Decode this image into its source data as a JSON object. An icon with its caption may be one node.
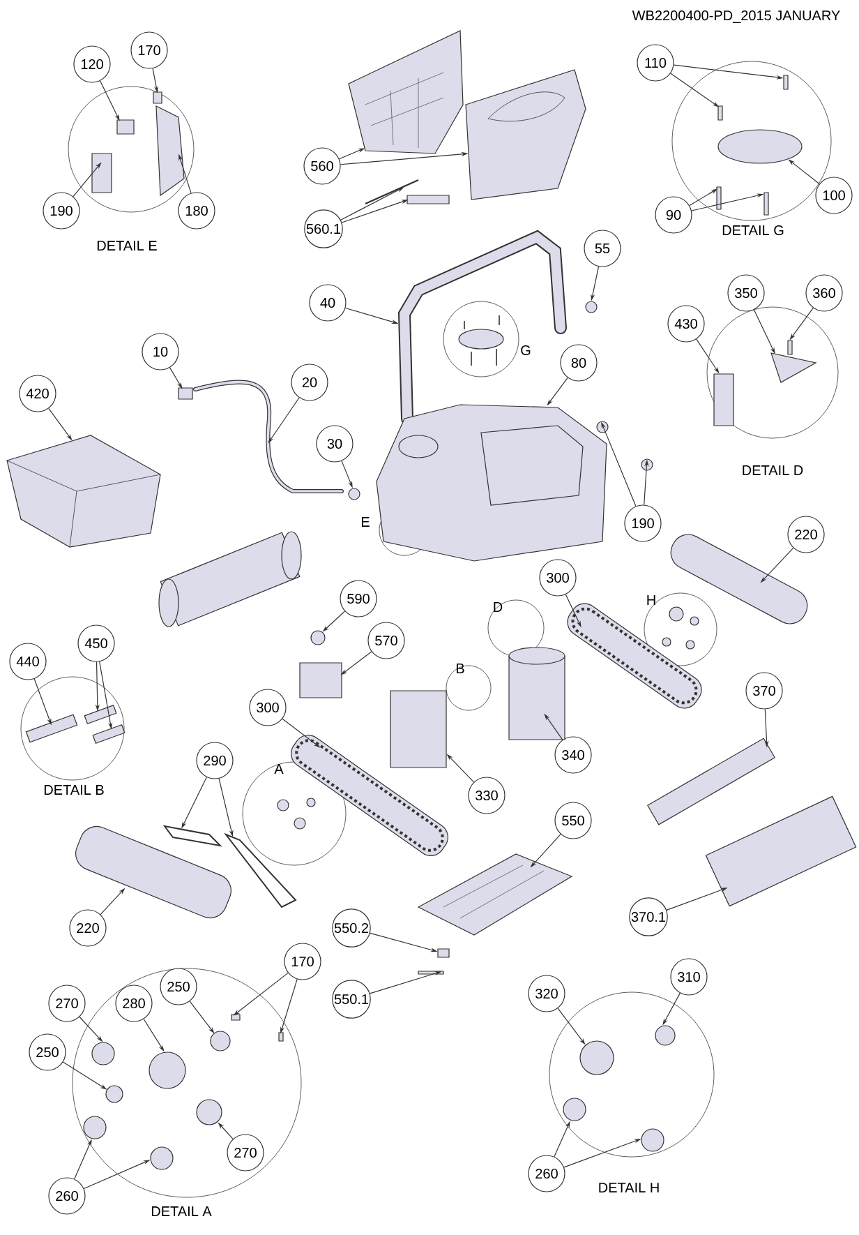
{
  "diagram": {
    "nodes": [
      {
        "text": [
          "120"
        ]
      },
      {
        "text": [
          "170"
        ]
      },
      {
        "text": [
          "190"
        ]
      },
      {
        "text": [
          "180"
        ]
      },
      {
        "text": [
          "560"
        ]
      },
      {
        "text": [
          "560.1"
        ]
      },
      {
        "text": [
          "110"
        ]
      },
      {
        "text": [
          "90"
        ]
      },
      {
        "text": [
          "100"
        ]
      },
      {
        "text": [
          "55"
        ]
      },
      {
        "text": [
          "40"
        ]
      },
      {
        "text": [
          "10"
        ]
      },
      {
        "text": [
          "20"
        ]
      },
      {
        "text": [
          "80"
        ]
      },
      {
        "text": [
          "420"
        ]
      },
      {
        "text": [
          "350"
        ]
      },
      {
        "text": [
          "360"
        ]
      },
      {
        "text": [
          "430"
        ]
      },
      {
        "text": [
          "30"
        ]
      },
      {
        "text": [
          "190"
        ]
      },
      {
        "text": [
          "220"
        ]
      },
      {
        "text": [
          "590"
        ]
      },
      {
        "text": [
          "570"
        ]
      },
      {
        "text": [
          "300"
        ]
      },
      {
        "text": [
          "440"
        ]
      },
      {
        "text": [
          "450"
        ]
      },
      {
        "text": [
          "300"
        ]
      },
      {
        "text": [
          "370"
        ]
      },
      {
        "text": [
          "340"
        ]
      },
      {
        "text": [
          "330"
        ]
      },
      {
        "text": [
          "290"
        ]
      },
      {
        "text": [
          "550"
        ]
      },
      {
        "text": [
          "220"
        ]
      },
      {
        "text": [
          "370.1"
        ]
      },
      {
        "text": [
          "550.2"
        ]
      },
      {
        "text": [
          "550.1"
        ]
      },
      {
        "text": [
          "170"
        ]
      },
      {
        "text": [
          "270"
        ]
      },
      {
        "text": [
          "280"
        ]
      },
      {
        "text": [
          "250"
        ]
      },
      {
        "text": [
          "250"
        ]
      },
      {
        "text": [
          "270"
        ]
      },
      {
        "text": [
          "260"
        ]
      },
      {
        "text": [
          "320"
        ]
      },
      {
        "text": [
          "310"
        ]
      },
      {
        "text": [
          "260"
        ]
      },
      {
        "text": [],
        "shape": "box"
      },
      {
        "text": [],
        "shape": "box"
      },
      {
        "text": [],
        "shape": "box"
      },
      {
        "text": [],
        "shape": "picture"
      },
      {
        "text": [],
        "shape": "picture"
      },
      {
        "text": [],
        "shape": "picture"
      },
      {
        "text": [],
        "shape": "picture"
      },
      {
        "text": [],
        "shape": "box"
      },
      {
        "text": [],
        "shape": "box"
      },
      {
        "text": [],
        "shape": "box"
      },
      {
        "text": [],
        "shape": "box"
      },
      {
        "text": [],
        "shape": "box"
      },
      {
        "text": [],
        "shape": "picture"
      },
      {
        "text": [],
        "shape": "circle"
      },
      {
        "text": [],
        "shape": "picture"
      },
      {
        "text": [],
        "shape": "box"
      },
      {
        "text": [],
        "shape": "picture"
      },
      {
        "text": [],
        "shape": "picture"
      },
      {
        "text": [],
        "shape": "picture"
      },
      {
        "text": [],
        "shape": "picture"
      },
      {
        "text": [],
        "shape": "box"
      },
      {
        "text": [],
        "shape": "box"
      },
      {
        "text": [],
        "shape": "circle"
      },
      {
        "text": [],
        "shape": "circle"
      },
      {
        "text": [],
        "shape": "circle"
      },
      {
        "text": [],
        "shape": "picture"
      },
      {
        "text": [],
        "shape": "circle"
      },
      {
        "text": [],
        "shape": "box"
      },
      {
        "text": [],
        "shape": "picture"
      },
      {
        "text": [],
        "shape": "picture"
      },
      {
        "text": [],
        "shape": "picture"
      },
      {
        "text": [],
        "shape": "picture"
      },
      {
        "text": [],
        "shape": "picture"
      },
      {
        "text": [],
        "shape": "picture"
      },
      {
        "text": [],
        "shape": "picture"
      },
      {
        "text": [],
        "shape": "box"
      },
      {
        "text": [],
        "shape": "picture"
      },
      {
        "text": [],
        "shape": "picture"
      },
      {
        "text": [],
        "shape": "picture"
      },
      {
        "text": [],
        "shape": "picture"
      },
      {
        "text": [],
        "shape": "box"
      },
      {
        "text": [],
        "shape": "box"
      },
      {
        "text": [],
        "shape": "box"
      },
      {
        "text": [],
        "shape": "box"
      },
      {
        "text": [],
        "shape": "circle"
      },
      {
        "text": [],
        "shape": "circle"
      },
      {
        "text": [],
        "shape": "circle"
      },
      {
        "text": [],
        "shape": "circle"
      },
      {
        "text": [],
        "shape": "circle"
      },
      {
        "text": [],
        "shape": "circle"
      },
      {
        "text": [],
        "shape": "circle"
      },
      {
        "text": [],
        "shape": "circle"
      },
      {
        "text": [],
        "shape": "circle"
      },
      {
        "text": [],
        "shape": "circle"
      },
      {
        "text": [],
        "shape": "circle"
      },
      {
        "text": [],
        "shape": "picture"
      }
    ],
    "edges": [
      {
        "from": 0,
        "to": 46,
        "arrow": "to"
      },
      {
        "from": 1,
        "to": 47,
        "arrow": "to"
      },
      {
        "from": 2,
        "to": 48,
        "arrow": "to"
      },
      {
        "from": 3,
        "to": 49,
        "arrow": "to"
      },
      {
        "from": 4,
        "to": 50,
        "arrow": "to"
      },
      {
        "from": 4,
        "to": 51,
        "arrow": "to"
      },
      {
        "from": 5,
        "to": 52,
        "arrow": "to"
      },
      {
        "from": 5,
        "to": 53,
        "arrow": "to"
      },
      {
        "from": 6,
        "to": 54,
        "arrow": "to"
      },
      {
        "from": 6,
        "to": 55,
        "arrow": "to"
      },
      {
        "from": 7,
        "to": 56,
        "arrow": "to"
      },
      {
        "from": 7,
        "to": 57,
        "arrow": "to"
      },
      {
        "from": 8,
        "to": 58,
        "arrow": "to"
      },
      {
        "from": 9,
        "to": 59,
        "arrow": "to"
      },
      {
        "from": 10,
        "to": 60,
        "arrow": "to"
      },
      {
        "from": 11,
        "to": 61,
        "arrow": "to"
      },
      {
        "from": 12,
        "to": 62,
        "arrow": "to"
      },
      {
        "from": 13,
        "to": 63,
        "arrow": "to"
      },
      {
        "from": 14,
        "to": 64,
        "arrow": "to"
      },
      {
        "from": 15,
        "to": 65,
        "arrow": "to"
      },
      {
        "from": 16,
        "to": 66,
        "arrow": "to"
      },
      {
        "from": 17,
        "to": 67,
        "arrow": "to"
      },
      {
        "from": 18,
        "to": 68,
        "arrow": "to"
      },
      {
        "from": 19,
        "to": 69,
        "arrow": "to"
      },
      {
        "from": 19,
        "to": 70,
        "arrow": "to"
      },
      {
        "from": 20,
        "to": 71,
        "arrow": "to"
      },
      {
        "from": 21,
        "to": 72,
        "arrow": "to"
      },
      {
        "from": 22,
        "to": 73,
        "arrow": "to"
      },
      {
        "from": 23,
        "to": 74,
        "arrow": "to"
      },
      {
        "from": 24,
        "to": 75,
        "arrow": "to"
      },
      {
        "from": 25,
        "to": 76,
        "arrow": "to"
      },
      {
        "from": 25,
        "to": 77,
        "arrow": "to"
      },
      {
        "from": 26,
        "to": 78,
        "arrow": "to"
      },
      {
        "from": 27,
        "to": 79,
        "arrow": "to"
      },
      {
        "from": 28,
        "to": 80,
        "arrow": "to"
      },
      {
        "from": 29,
        "to": 81,
        "arrow": "to"
      },
      {
        "from": 30,
        "to": 82,
        "arrow": "to"
      },
      {
        "from": 30,
        "to": 101,
        "arrow": "to"
      },
      {
        "from": 31,
        "to": 83,
        "arrow": "to"
      },
      {
        "from": 32,
        "to": 84,
        "arrow": "to"
      },
      {
        "from": 33,
        "to": 85,
        "arrow": "to"
      },
      {
        "from": 34,
        "to": 86,
        "arrow": "to"
      },
      {
        "from": 35,
        "to": 87,
        "arrow": "to"
      },
      {
        "from": 36,
        "to": 88,
        "arrow": "to"
      },
      {
        "from": 36,
        "to": 89,
        "arrow": "to"
      },
      {
        "from": 37,
        "to": 90,
        "arrow": "to"
      },
      {
        "from": 38,
        "to": 91,
        "arrow": "to"
      },
      {
        "from": 39,
        "to": 92,
        "arrow": "to"
      },
      {
        "from": 40,
        "to": 93,
        "arrow": "to"
      },
      {
        "from": 41,
        "to": 94,
        "arrow": "to"
      },
      {
        "from": 42,
        "to": 95,
        "arrow": "to"
      },
      {
        "from": 42,
        "to": 96,
        "arrow": "to"
      },
      {
        "from": 43,
        "to": 97,
        "arrow": "to"
      },
      {
        "from": 44,
        "to": 98,
        "arrow": "to"
      },
      {
        "from": 45,
        "to": 99,
        "arrow": "to"
      },
      {
        "from": 45,
        "to": 100,
        "arrow": "to"
      }
    ],
    "labels": [
      "WB2200400-PD_2015 JANUARY",
      "DETAIL G",
      "DETAIL E",
      "G",
      "DETAIL D",
      "E",
      "H",
      "D",
      "B",
      "A",
      "DETAIL B",
      "DETAIL H",
      "DETAIL A"
    ]
  }
}
